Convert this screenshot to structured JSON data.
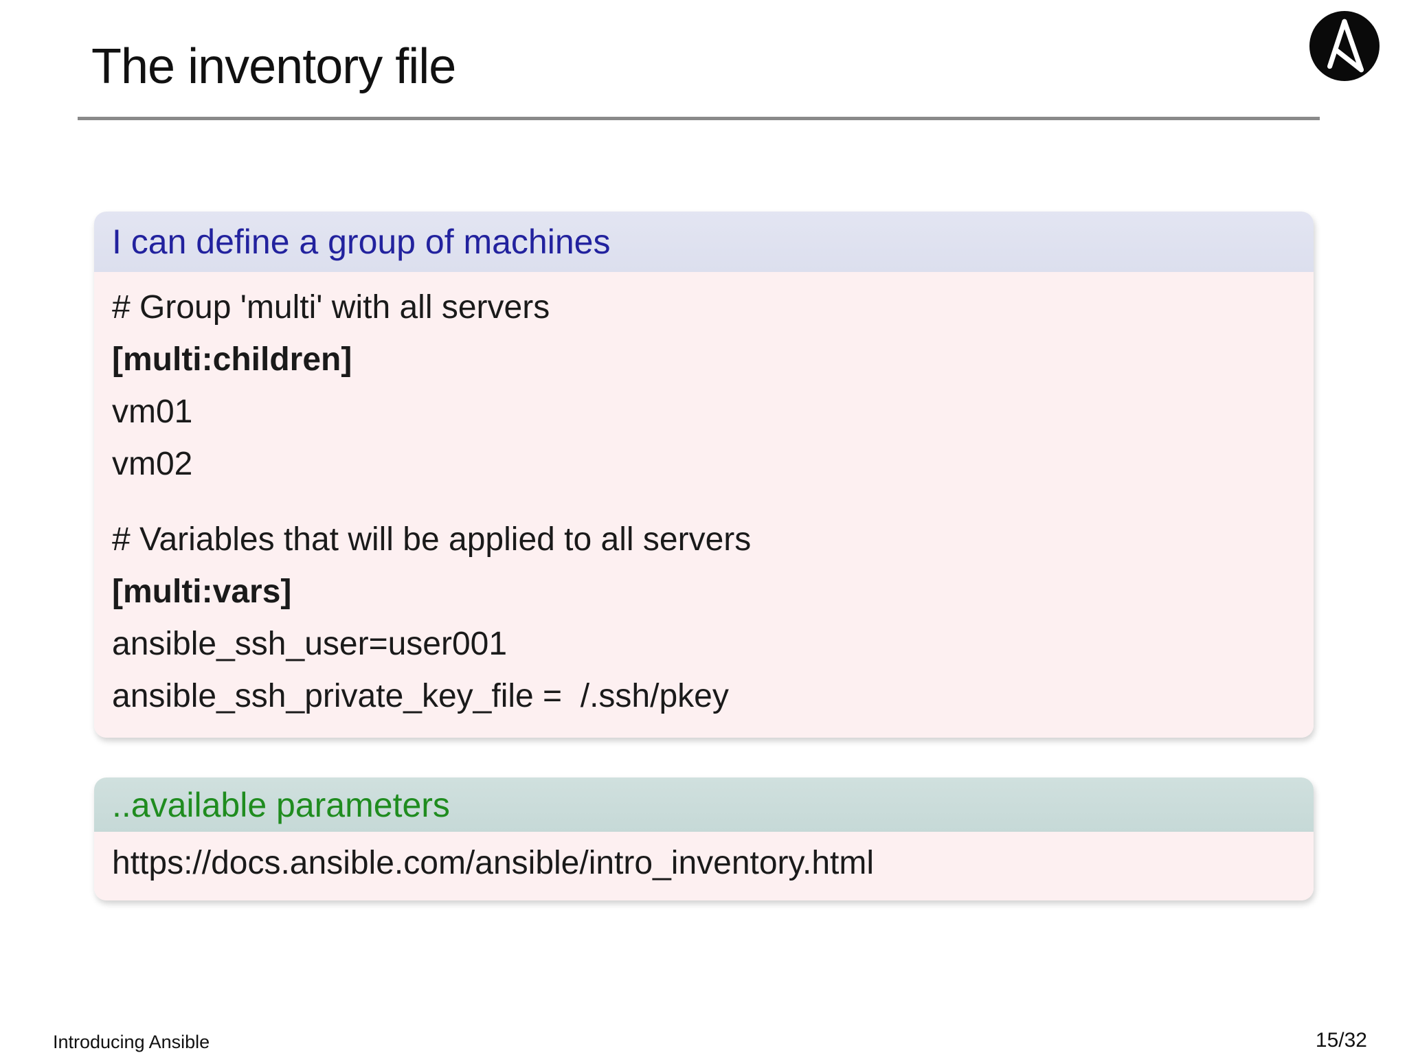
{
  "header": {
    "title": "The inventory file"
  },
  "logo": {
    "name": "ansible-logo"
  },
  "block1": {
    "title": "I can define a group of machines",
    "lines": [
      {
        "text": "# Group 'multi' with all servers",
        "style": "normal"
      },
      {
        "text": "[multi:children]",
        "style": "bold"
      },
      {
        "text": "vm01",
        "style": "normal"
      },
      {
        "text": "vm02",
        "style": "normal"
      },
      {
        "text": "# Variables that will be applied to all servers",
        "style": "normal"
      },
      {
        "text": "[multi:vars]",
        "style": "bold"
      },
      {
        "text": "ansible_ssh_user=user001",
        "style": "normal"
      },
      {
        "text": "ansible_ssh_private_key_file =  /.ssh/pkey",
        "style": "normal"
      }
    ]
  },
  "block2": {
    "title": "..available parameters",
    "lines": [
      {
        "text": "https://docs.ansible.com/ansible/intro_inventory.html",
        "style": "normal"
      }
    ]
  },
  "footer": {
    "left": "Introducing Ansible",
    "page": "15/32"
  },
  "colors": {
    "title_text": "#111111",
    "rule_gray": "#8a8a8a",
    "block1_title": "#22229e",
    "block1_header_bg": "#dcdfee",
    "block_body_bg": "#fdf0f1",
    "block2_title": "#1f8c1f",
    "block2_header_bg": "#c6d9d7",
    "logo_bg": "#0a0a0a",
    "code_text": "#1a1a1a"
  }
}
